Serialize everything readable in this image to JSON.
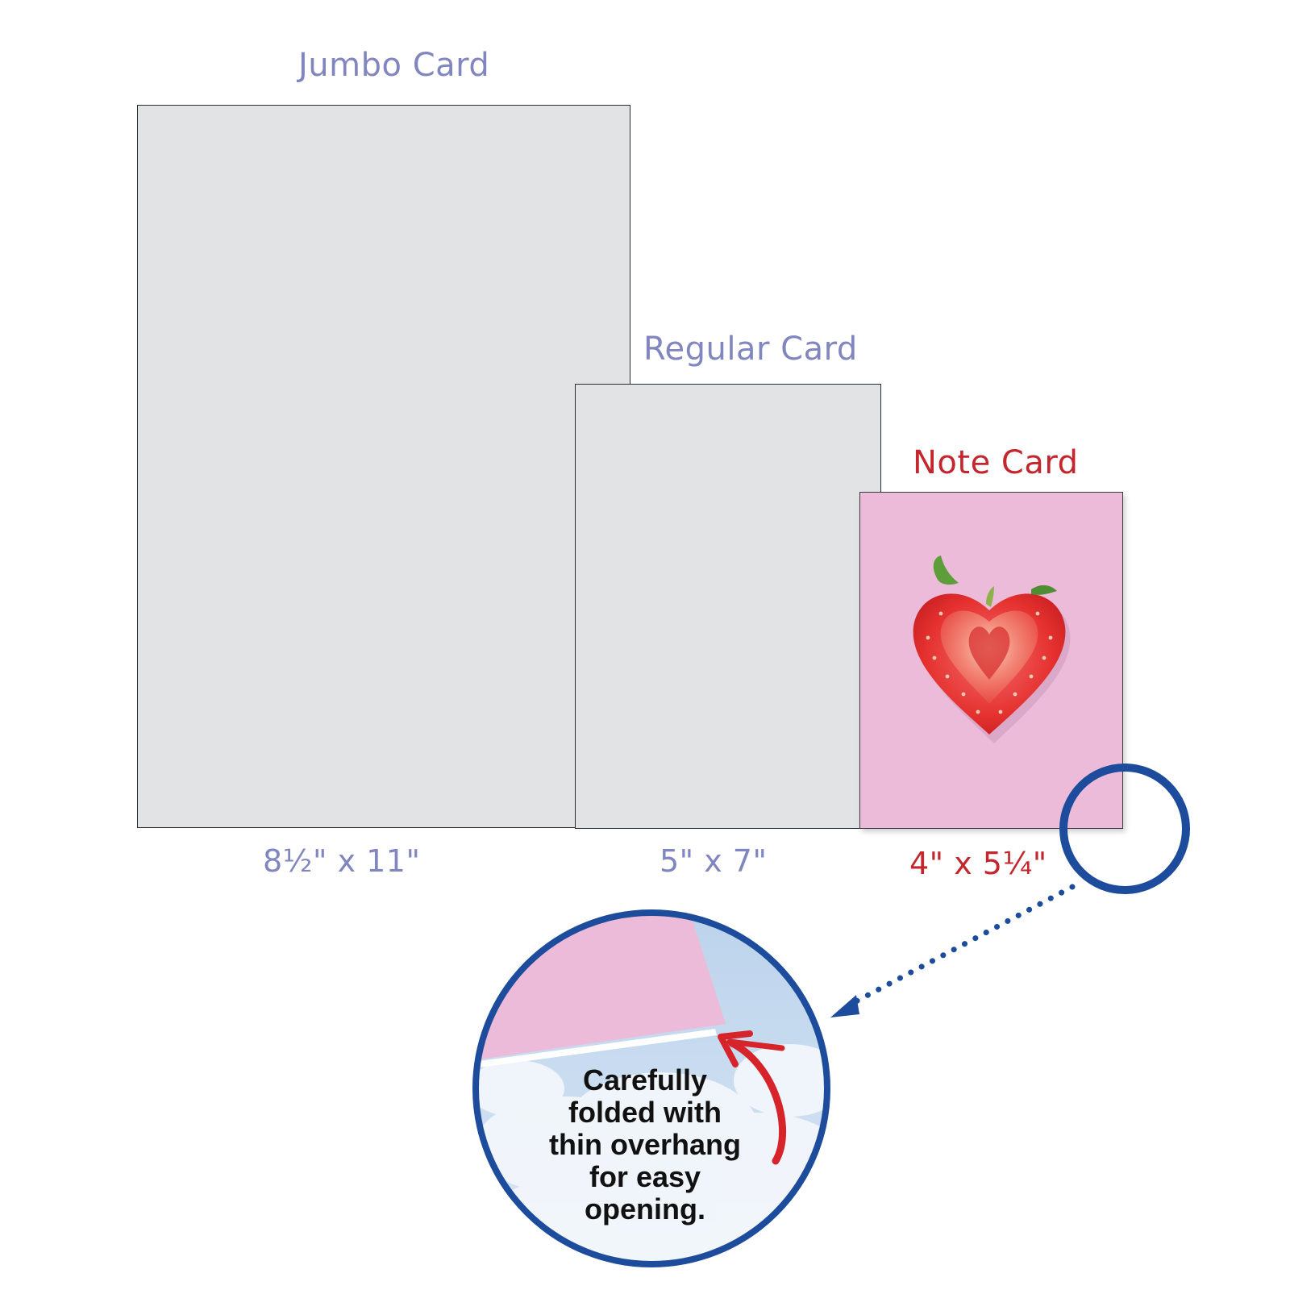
{
  "cards": {
    "jumbo": {
      "title": "Jumbo Card",
      "size": "8½\"  x 11\""
    },
    "regular": {
      "title": "Regular Card",
      "size": "5\" x 7\""
    },
    "note": {
      "title": "Note Card",
      "size": "4\" x 5¼\""
    }
  },
  "callout": {
    "lines": [
      "Carefully",
      "folded with",
      "thin overhang",
      "for easy",
      "opening."
    ]
  },
  "colors": {
    "card_gray": "#e1e3e5",
    "note_pink": "#ebbbd9",
    "label_muted": "#8186c0",
    "label_accent": "#c4262e",
    "ring_blue": "#1d4c9c",
    "sky_blue": "#c6dbef"
  },
  "icons": {
    "strawberry": "strawberry-heart-icon",
    "magnifier": "zoom-ring-icon",
    "pointer": "curved-arrow-icon"
  }
}
